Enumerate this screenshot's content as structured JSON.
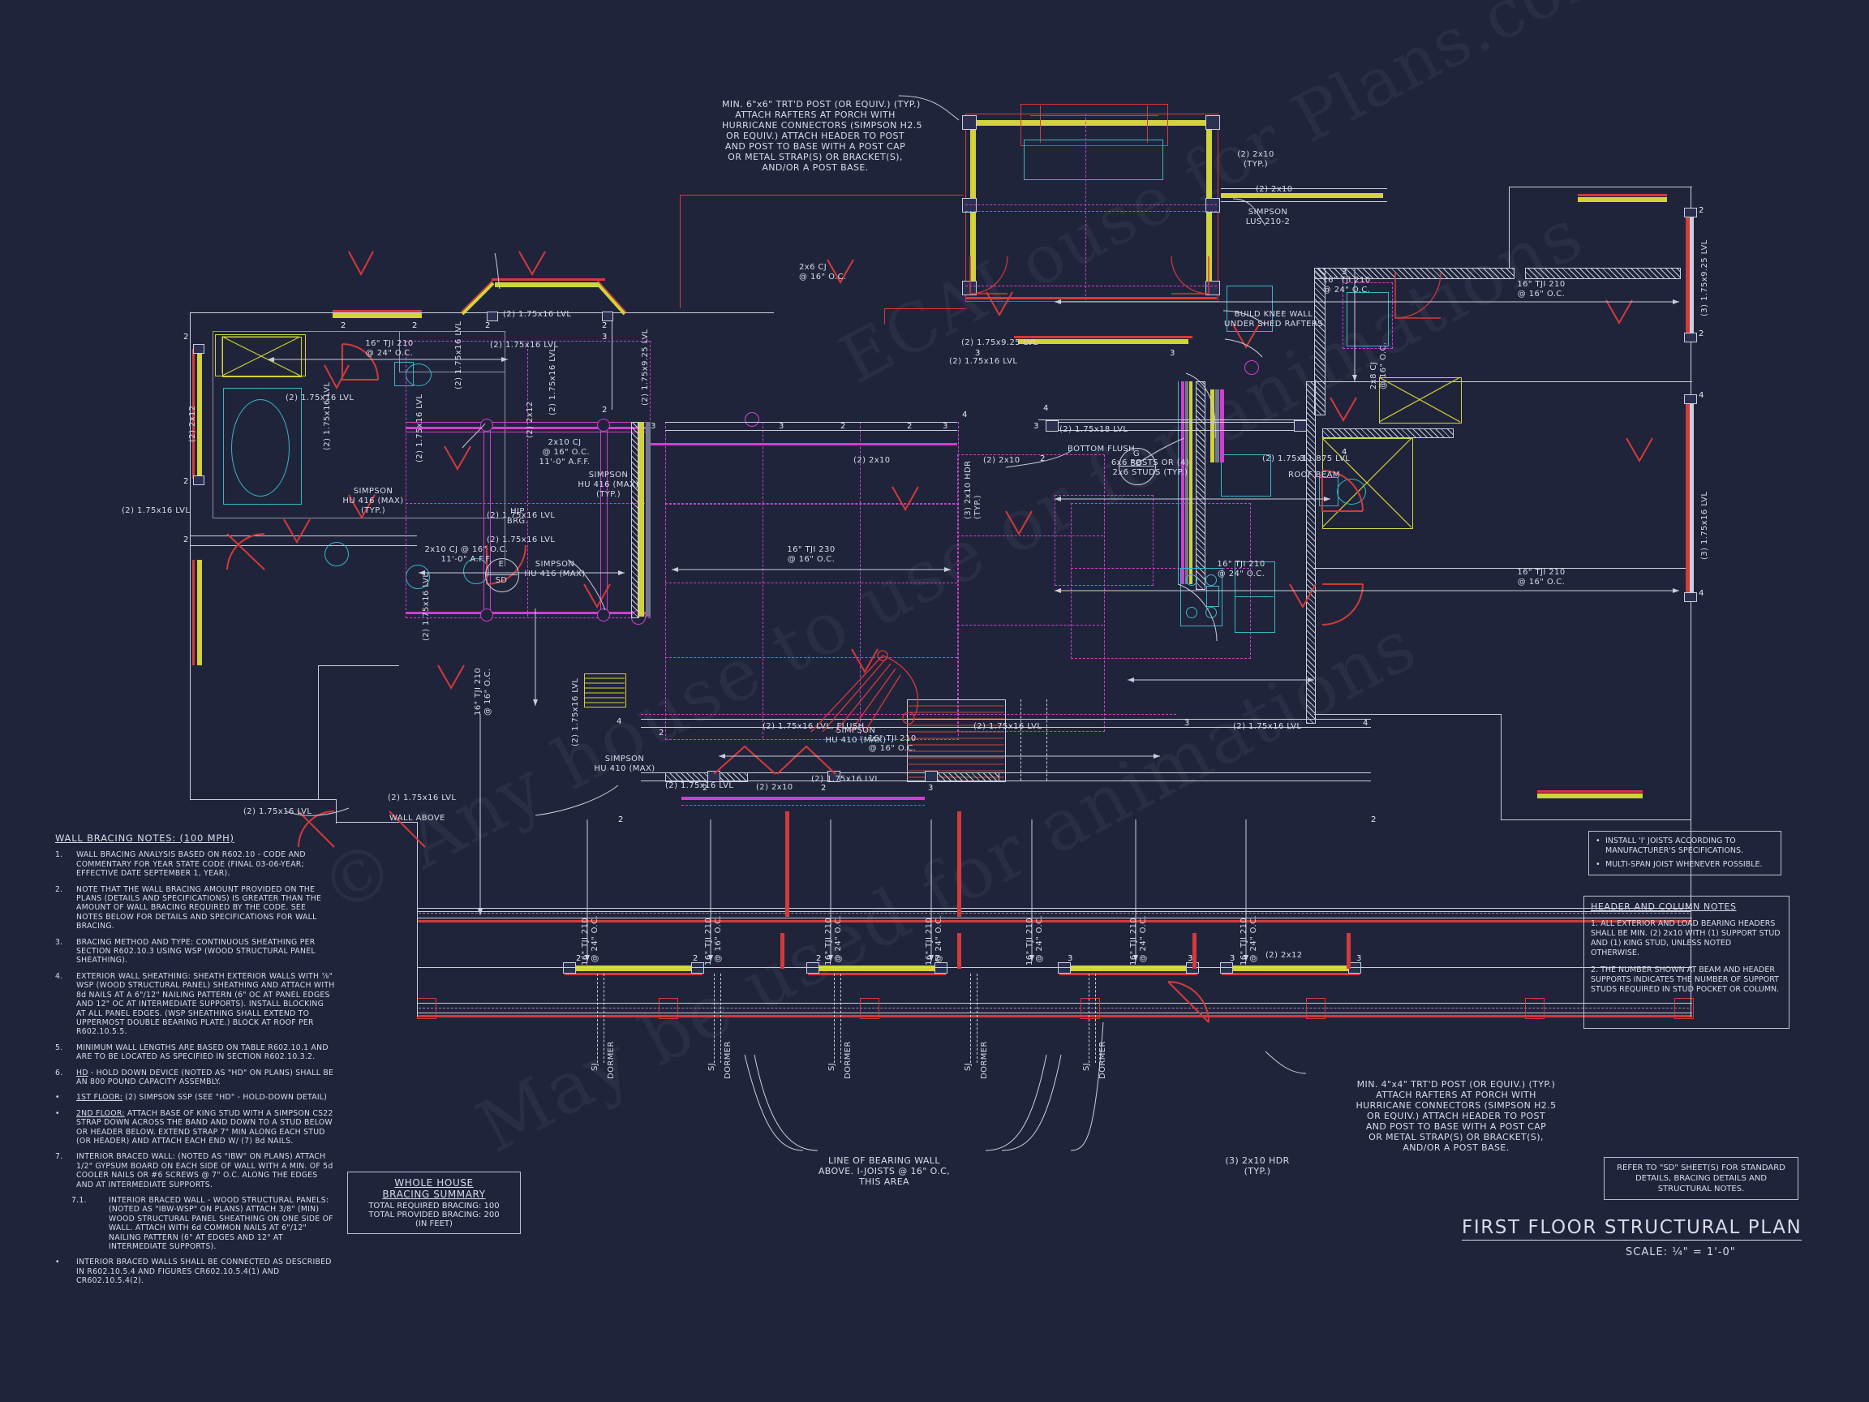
{
  "sheet": {
    "title": "FIRST FLOOR STRUCTURAL PLAN",
    "scale": "SCALE:  ¼\" = 1'-0\"",
    "watermark_lines": [
      "© Any house to use or for animations",
      "May be used for animations",
      "ECAI ouse for Plans.com"
    ]
  },
  "wall_bracing_notes": {
    "heading": "WALL BRACING NOTES: (100 MPH)",
    "items": [
      {
        "n": "1.",
        "text": "WALL BRACING ANALYSIS BASED ON R602.10 - CODE AND COMMENTARY FOR YEAR STATE CODE (FINAL 03-06-YEAR; EFFECTIVE DATE SEPTEMBER 1, YEAR)."
      },
      {
        "n": "2.",
        "text": "NOTE THAT THE WALL BRACING AMOUNT PROVIDED ON THE PLANS (DETAILS AND SPECIFICATIONS) IS GREATER THAN THE AMOUNT OF WALL BRACING REQUIRED BY THE CODE. SEE NOTES BELOW FOR DETAILS AND SPECIFICATIONS FOR WALL BRACING."
      },
      {
        "n": "3.",
        "text": "BRACING METHOD AND TYPE: CONTINUOUS SHEATHING PER SECTION R602.10.3 USING WSP (WOOD STRUCTURAL PANEL SHEATHING)."
      },
      {
        "n": "4.",
        "text": "EXTERIOR WALL SHEATHING: SHEATH EXTERIOR WALLS WITH ⅞\" WSP (WOOD STRUCTURAL PANEL) SHEATHING AND ATTACH WITH 8d NAILS AT A 6\"/12\" NAILING PATTERN (6\" OC AT PANEL EDGES AND 12\" OC AT INTERMEDIATE SUPPORTS). INSTALL BLOCKING AT ALL PANEL EDGES. (WSP SHEATHING SHALL EXTEND TO UPPERMOST DOUBLE BEARING PLATE.) BLOCK AT ROOF PER R602.10.5.5."
      },
      {
        "n": "5.",
        "text": "MINIMUM WALL LENGTHS ARE BASED ON TABLE R602.10.1 AND ARE TO BE LOCATED AS SPECIFIED IN SECTION R602.10.3.2."
      },
      {
        "n": "6.",
        "text": "HD - HOLD DOWN DEVICE (NOTED AS \"HD\" ON PLANS) SHALL BE AN 800 POUND CAPACITY ASSEMBLY.",
        "underline_prefix": "HD"
      },
      {
        "n": "•",
        "text": "1ST FLOOR: (2) SIMPSON SSP (SEE \"HD\" - HOLD-DOWN DETAIL)",
        "underline_prefix": "1ST FLOOR:"
      },
      {
        "n": "•",
        "text": "2ND FLOOR: ATTACH BASE OF KING STUD WITH A SIMPSON CS22 STRAP DOWN ACROSS THE BAND AND DOWN TO A STUD BELOW OR HEADER BELOW. EXTEND STRAP 7\" MIN ALONG EACH STUD (OR HEADER) AND ATTACH EACH END W/ (7) 8d NAILS.",
        "underline_prefix": "2ND FLOOR:"
      },
      {
        "n": "7.",
        "text": "INTERIOR BRACED WALL: (NOTED AS \"IBW\" ON PLANS) ATTACH 1/2\" GYPSUM BOARD ON EACH SIDE OF WALL WITH A MIN. OF 5d COOLER NAILS OR #6 SCREWS @ 7\" O.C. ALONG THE EDGES AND AT INTERMEDIATE SUPPORTS."
      },
      {
        "n": "7.1.",
        "indent": true,
        "text": "INTERIOR BRACED WALL - WOOD STRUCTURAL PANELS: (NOTED AS \"IBW-WSP\" ON PLANS) ATTACH 3/8\" (MIN) WOOD STRUCTURAL PANEL SHEATHING ON ONE SIDE OF WALL. ATTACH WITH 6d COMMON NAILS AT 6\"/12\" NAILING PATTERN (6\" AT EDGES AND 12\" AT INTERMEDIATE SUPPORTS)."
      },
      {
        "n": "•",
        "text": "INTERIOR BRACED WALLS SHALL BE CONNECTED AS DESCRIBED IN R602.10.5.4 AND FIGURES CR602.10.5.4(1) AND CR602.10.5.4(2)."
      }
    ]
  },
  "bracing_summary": {
    "title_line1": "WHOLE HOUSE",
    "title_line2": "BRACING SUMMARY",
    "line3": "TOTAL REQUIRED BRACING: 100",
    "line4": "TOTAL PROVIDED BRACING: 200",
    "line5": "(IN FEET)"
  },
  "ijoist_notes": [
    "INSTALL 'I' JOISTS ACCORDING TO MANUFACTURER'S SPECIFICATIONS.",
    "MULTI-SPAN JOIST WHENEVER POSSIBLE."
  ],
  "header_column_notes": {
    "heading": "HEADER AND COLUMN NOTES",
    "p1": "1. ALL EXTERIOR AND LOAD BEARING HEADERS SHALL BE MIN. (2) 2x10 WITH (1) SUPPORT STUD AND (1) KING STUD, UNLESS NOTED OTHERWISE.",
    "p2": "2. THE NUMBER SHOWN AT BEAM AND HEADER SUPPORTS INDICATES THE NUMBER OF SUPPORT STUDS REQUIRED IN STUD POCKET OR COLUMN."
  },
  "sd_note": "REFER TO \"SD\"  SHEET(S) FOR STANDARD DETAILS, BRACING DETAILS AND STRUCTURAL NOTES.",
  "callouts": {
    "post_6x6": "MIN. 6\"x6\" TRT'D POST (OR EQUIV.) (TYP.)\nATTACH RAFTERS AT PORCH WITH\nHURRICANE CONNECTORS (SIMPSON H2.5\nOR EQUIV.) ATTACH HEADER TO POST\nAND POST TO BASE WITH A POST CAP\nOR METAL STRAP(S) OR BRACKET(S),\nAND/OR A POST BASE.",
    "post_4x4": "MIN. 4\"x4\" TRT'D POST (OR EQUIV.) (TYP.)\nATTACH RAFTERS AT PORCH WITH\nHURRICANE CONNECTORS (SIMPSON H2.5\nOR EQUIV.) ATTACH HEADER TO POST\nAND POST TO BASE WITH A POST CAP\nOR METAL STRAP(S) OR BRACKET(S),\nAND/OR A POST BASE.",
    "bearing_wall": "LINE OF BEARING WALL\nABOVE. I-JOISTS @ 16\" O.C,\nTHIS AREA",
    "knee_wall": "BUILD KNEE WALL\nUNDER SHED RAFTERS",
    "posts_studs": "6x6 POSTS OR (4)\n2x6 STUDS (TYP.)",
    "simpson_lus": "SIMPSON\nLUS 210-2",
    "hdr_3_2x10": "(3) 2x10 HDR\n(TYP.)",
    "hdr_3_2x10_typ_bottom": "(3) 2x10 HDR\n(TYP.)",
    "wall_above": "WALL ABOVE",
    "roof_beam": "ROOF BEAM",
    "bottom_flush": "BOTTOM FLUSH",
    "hip_brg": "HIP\nBRG."
  },
  "plan_labels": [
    {
      "text": "(2) 2x10\n(TYP.)"
    },
    {
      "text": "(2) 2x10"
    },
    {
      "text": "2x6 CJ\n@ 16\" O.C."
    },
    {
      "text": "(2) 1.75x16 LVL"
    },
    {
      "text": "(2) 1.75x9.25 LVL"
    },
    {
      "text": "(3) 1.75x9.25 LVL"
    },
    {
      "text": "(3) 1.75x16 LVL"
    },
    {
      "text": "(2) 1.75x18 LVL"
    },
    {
      "text": "(2) 1.75x11.875 LVL"
    },
    {
      "text": "(2) 2x12"
    },
    {
      "text": "(2) 2x10"
    },
    {
      "text": "16\" TJI 210\n@ 24\" O.C."
    },
    {
      "text": "16\" TJI 210\n@ 16\" O.C."
    },
    {
      "text": "16\" TJI 230\n@ 16\" O.C."
    },
    {
      "text": "2x10 CJ @ 16\" O.C.\n11'-0\" A.F.F."
    },
    {
      "text": "SIMPSON\nHU 416 (MAX)\n(TYP.)"
    },
    {
      "text": "SIMPSON\nHU 410 (MAX)"
    },
    {
      "text": "(2) 1.75x16 LVL, FLUSH"
    },
    {
      "text": "SJ\nDORMER"
    },
    {
      "text": "(3) 2x10 HDR\n(TYP.)"
    },
    {
      "text": "G\nSD"
    },
    {
      "text": "2x8 CJ\n@ 16\" O.C."
    }
  ],
  "support_numbers": [
    "2",
    "3",
    "4"
  ]
}
